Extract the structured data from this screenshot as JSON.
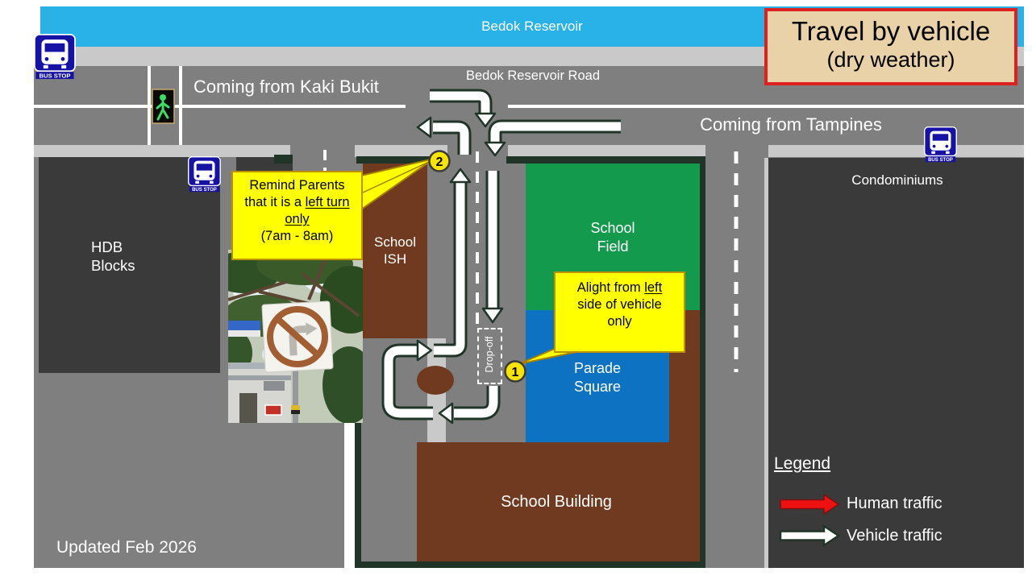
{
  "top": {
    "reservoir": "Bedok Reservoir",
    "road_label": "Bedok Reservoir Road",
    "from_kaki": "Coming from Kaki Bukit",
    "from_tampines": "Coming from Tampines"
  },
  "title": {
    "line1": "Travel by vehicle",
    "line2": "(dry weather)"
  },
  "areas": {
    "hdb_l1": "HDB",
    "hdb_l2": "Blocks",
    "condos": "Condominiums",
    "ish_l1": "School",
    "ish_l2": "ISH",
    "field_l1": "School",
    "field_l2": "Field",
    "parade_l1": "Parade",
    "parade_l2": "Square",
    "building": "School Building",
    "dropoff": "Drop-off"
  },
  "callout_left_turn": {
    "l1": "Remind Parents",
    "l2a": "that it is a ",
    "l2b": "left turn",
    "l3": "only",
    "l4": "(7am - 8am)",
    "marker": "2"
  },
  "callout_alight": {
    "l1a": "Alight from ",
    "l1b": "left",
    "l2": "side of vehicle",
    "l3": "only",
    "marker": "1"
  },
  "legend": {
    "title": "Legend",
    "human": "Human traffic",
    "vehicle": "Vehicle traffic"
  },
  "footer": {
    "updated": "Updated Feb 2026"
  },
  "bus_stop_label": "BUS STOP",
  "colors": {
    "sky_cyan": "#29b2e8",
    "road_gray": "#7f7f7f",
    "sidewalk_gray": "#c9c9c9",
    "block_dark": "#3a3a3a",
    "field_green": "#149a4c",
    "parade_blue": "#0e72c2",
    "building_brown": "#6f3a1f",
    "compound_wall": "#203428",
    "callout_yellow": "#ffff00",
    "callout_border": "#bf9000",
    "title_fill": "#ead2a8",
    "title_border": "#dd2020",
    "human_red": "#ee1111",
    "vehicle_white": "#ffffff",
    "bus_sign_blue": "#1512a5",
    "marker_yellow": "#f7e400"
  }
}
